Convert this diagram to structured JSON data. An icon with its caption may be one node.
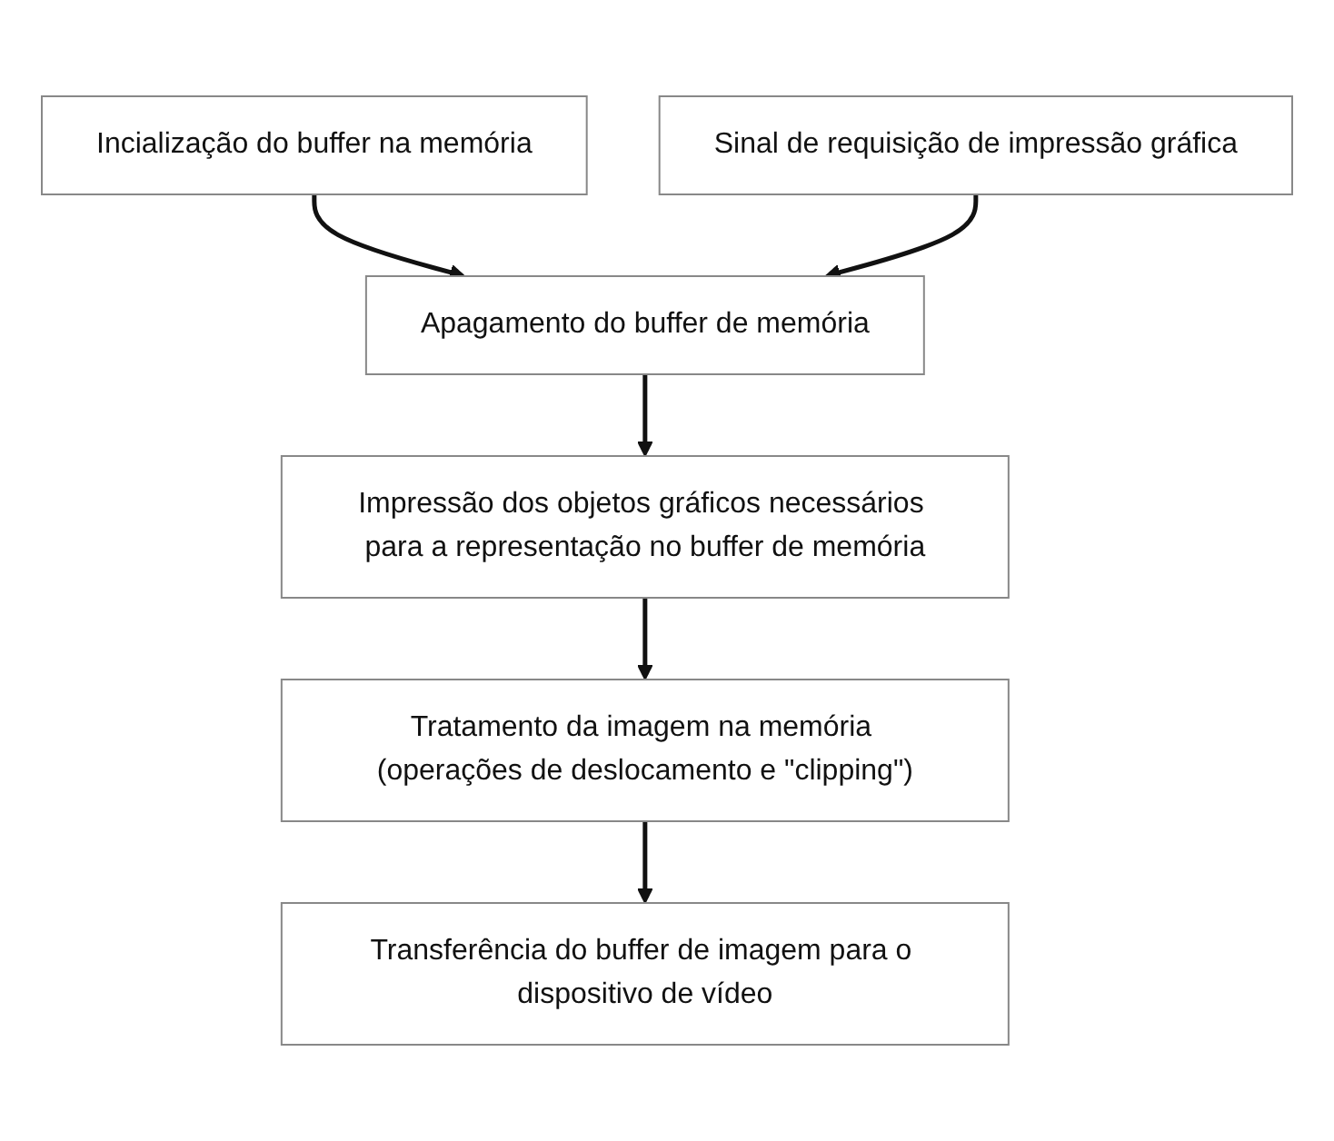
{
  "diagram": {
    "nodes": [
      {
        "text": [
          "Incialização do buffer na memória"
        ]
      },
      {
        "text": [
          "Sinal de requisição de impressão gráfica"
        ]
      },
      {
        "text": [
          "Apagamento do buffer de memória"
        ]
      },
      {
        "text": [
          "Impressão dos objetos gráficos necessários para a representação no buffer de memória"
        ]
      },
      {
        "text": [
          "Tratamento da imagem na memória (operações de deslocamento e \"clipping\")"
        ]
      },
      {
        "text": [
          "Transferência do buffer de imagem para o dispositivo de vídeo"
        ]
      }
    ],
    "edges": [
      {
        "from": 0,
        "to": 2,
        "arrow": "to"
      },
      {
        "from": 1,
        "to": 2,
        "arrow": "to"
      },
      {
        "from": 2,
        "to": 3,
        "arrow": "to"
      },
      {
        "from": 3,
        "to": 4,
        "arrow": "to"
      },
      {
        "from": 4,
        "to": 5,
        "arrow": "to"
      }
    ]
  }
}
